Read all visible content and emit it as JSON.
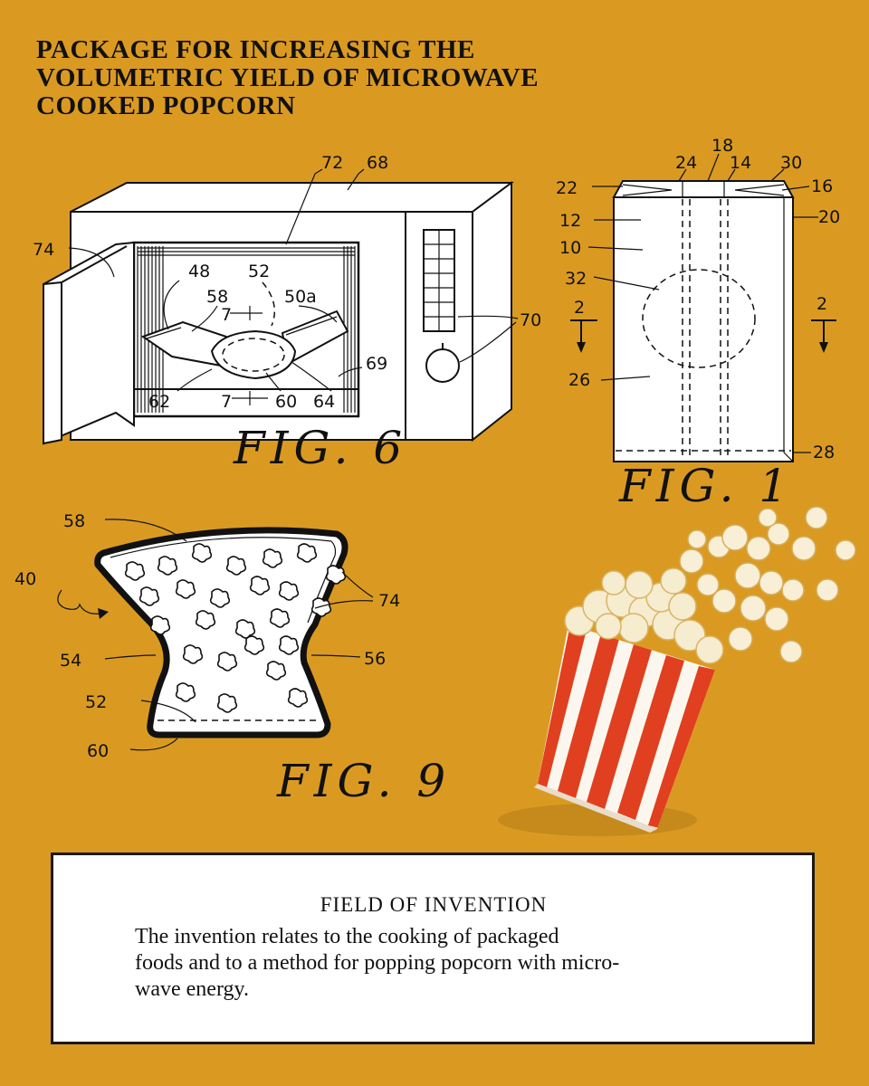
{
  "title_lines": [
    "PACKAGE FOR INCREASING THE",
    "VOLUMETRIC YIELD OF MICROWAVE",
    "COOKED POPCORN"
  ],
  "fig6": {
    "caption": "FIG. 6",
    "labels": {
      "l72": "72",
      "l68": "68",
      "l74": "74",
      "l48": "48",
      "l52": "52",
      "l58": "58",
      "l50a": "50a",
      "l7a": "7",
      "l7b": "7",
      "l70": "70",
      "l69": "69",
      "l62": "62",
      "l60": "60",
      "l64": "64"
    }
  },
  "fig1": {
    "caption": "FIG. 1",
    "labels": {
      "l18": "18",
      "l24": "24",
      "l14": "14",
      "l30": "30",
      "l22": "22",
      "l16": "16",
      "l12": "12",
      "l20": "20",
      "l10": "10",
      "l32": "32",
      "l2a": "2",
      "l2b": "2",
      "l26": "26",
      "l28": "28"
    }
  },
  "fig9": {
    "caption": "FIG. 9",
    "labels": {
      "l58": "58",
      "l40": "40",
      "l74": "74",
      "l54": "54",
      "l56": "56",
      "l52": "52",
      "l60": "60"
    }
  },
  "field": {
    "heading": "FIELD OF INVENTION",
    "lines": [
      "The invention relates to the cooking of packaged",
      "foods and to a method for popping popcorn with micro-",
      "wave energy."
    ]
  },
  "colors": {
    "background": "#DA9A22",
    "stripe_red": "#E0401F",
    "ink": "#111111"
  }
}
